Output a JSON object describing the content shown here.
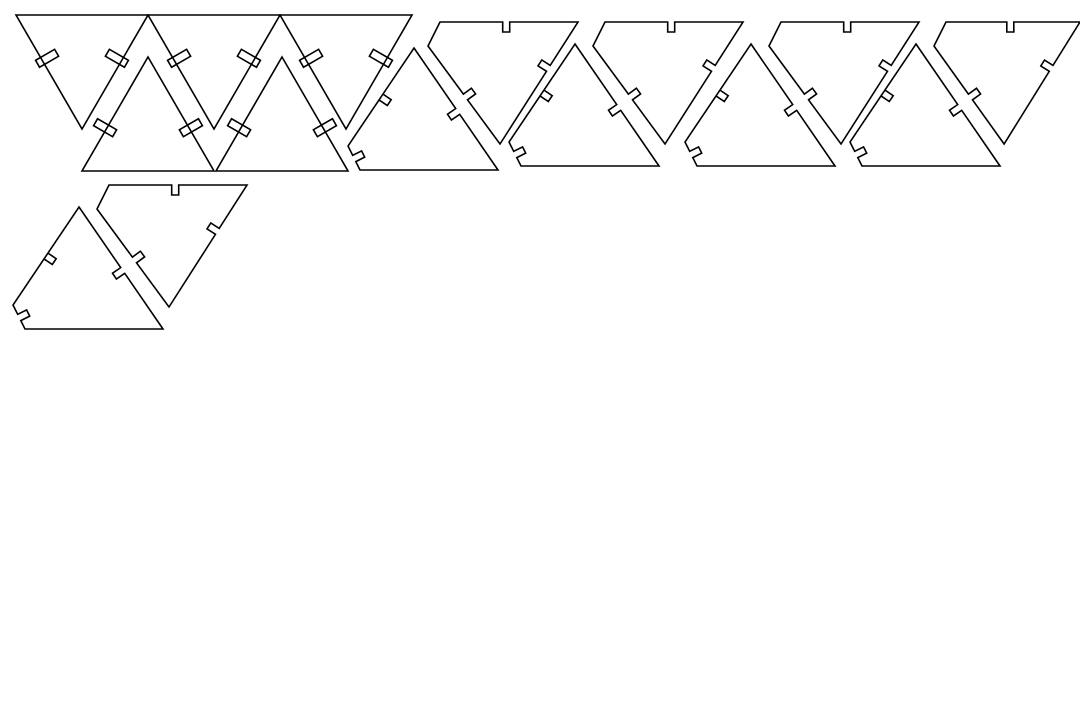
{
  "drawing": {
    "background_color": "#ffffff",
    "stroke_color": "#000000",
    "pieces": [
      {
        "kind": "tabbed-triangle"
      },
      {
        "kind": "tabbed-triangle"
      },
      {
        "kind": "tabbed-triangle"
      },
      {
        "kind": "tabbed-triangle"
      },
      {
        "kind": "tabbed-triangle"
      },
      {
        "kind": "notched-trapezoid"
      },
      {
        "kind": "notched-trapezoid"
      },
      {
        "kind": "notched-trapezoid"
      },
      {
        "kind": "notched-trapezoid"
      },
      {
        "kind": "notched-trapezoid"
      },
      {
        "kind": "notched-trapezoid"
      },
      {
        "kind": "notched-trapezoid"
      },
      {
        "kind": "notched-trapezoid"
      },
      {
        "kind": "notched-trapezoid"
      },
      {
        "kind": "notched-trapezoid"
      }
    ]
  }
}
